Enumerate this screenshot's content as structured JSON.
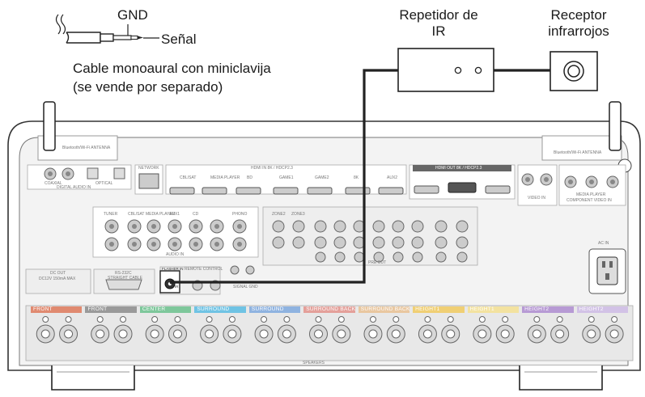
{
  "cable": {
    "gnd_label": "GND",
    "signal_label": "Señal",
    "caption_line1": "Cable monoaural con miniclavija",
    "caption_line2": "(se vende por separado)"
  },
  "ir_repeater": {
    "line1": "Repetidor de",
    "line2": "IR"
  },
  "ir_receiver": {
    "line1": "Receptor",
    "line2": "infrarrojos"
  },
  "panel": {
    "antenna_left": "Bluetooth/Wi-Fi ANTENNA",
    "antenna_right": "Bluetooth/Wi-Fi ANTENNA",
    "network": "NETWORK",
    "hdmi_in": "HDMI IN 8K / HDCP2.3",
    "hdmi_out": "HDMI OUT 8K / HDCP2.3",
    "hdmi_inputs": [
      "CBL/SAT",
      "MEDIA PLAYER",
      "BD",
      "GAME1",
      "GAME2",
      "8K",
      "AUX2"
    ],
    "digital_audio_in": "DIGITAL AUDIO IN",
    "coaxial": "COAXIAL",
    "optical": "OPTICAL",
    "audio_in": "AUDIO IN",
    "audio_inputs": [
      "TUNER",
      "CBL/SAT",
      "MEDIA PLAYER",
      "AUX1",
      "CD",
      "PHONO"
    ],
    "zones": [
      "ZONE2",
      "ZONE3"
    ],
    "pre_out": "PRE OUT",
    "dc_out": "DC OUT",
    "dc_out_spec": "DC12V 150mA MAX",
    "rs232c": "RS-232C",
    "straight_cable": "STRAIGHT CABLE",
    "flasher_in": "FLASHER IN",
    "ir_in": "IR",
    "remote_control": "REMOTE CONTROL",
    "signal_gnd": "SIGNAL GND",
    "video_in": "VIDEO IN",
    "component_in": "COMPONENT VIDEO IN",
    "media_player": "MEDIA PLAYER",
    "ac_in": "AC IN",
    "speakers_label": "SPEAKERS",
    "speaker_groups": [
      {
        "label": "FRONT",
        "color": "#e08a70"
      },
      {
        "label": "FRONT",
        "color": "#9a9a9a"
      },
      {
        "label": "CENTER",
        "color": "#7ec79b"
      },
      {
        "label": "SURROUND",
        "color": "#6fc3e4"
      },
      {
        "label": "SURROUND",
        "color": "#8fb3e0"
      },
      {
        "label": "SURROUND BACK",
        "color": "#e4a09a"
      },
      {
        "label": "SURROUND BACK",
        "color": "#e9c7a0"
      },
      {
        "label": "HEIGHT1",
        "color": "#f0cf74"
      },
      {
        "label": "HEIGHT1",
        "color": "#f3e2a0"
      },
      {
        "label": "HEIGHT2",
        "color": "#b79ad4"
      },
      {
        "label": "HEIGHT2",
        "color": "#d2c2e6"
      }
    ]
  }
}
